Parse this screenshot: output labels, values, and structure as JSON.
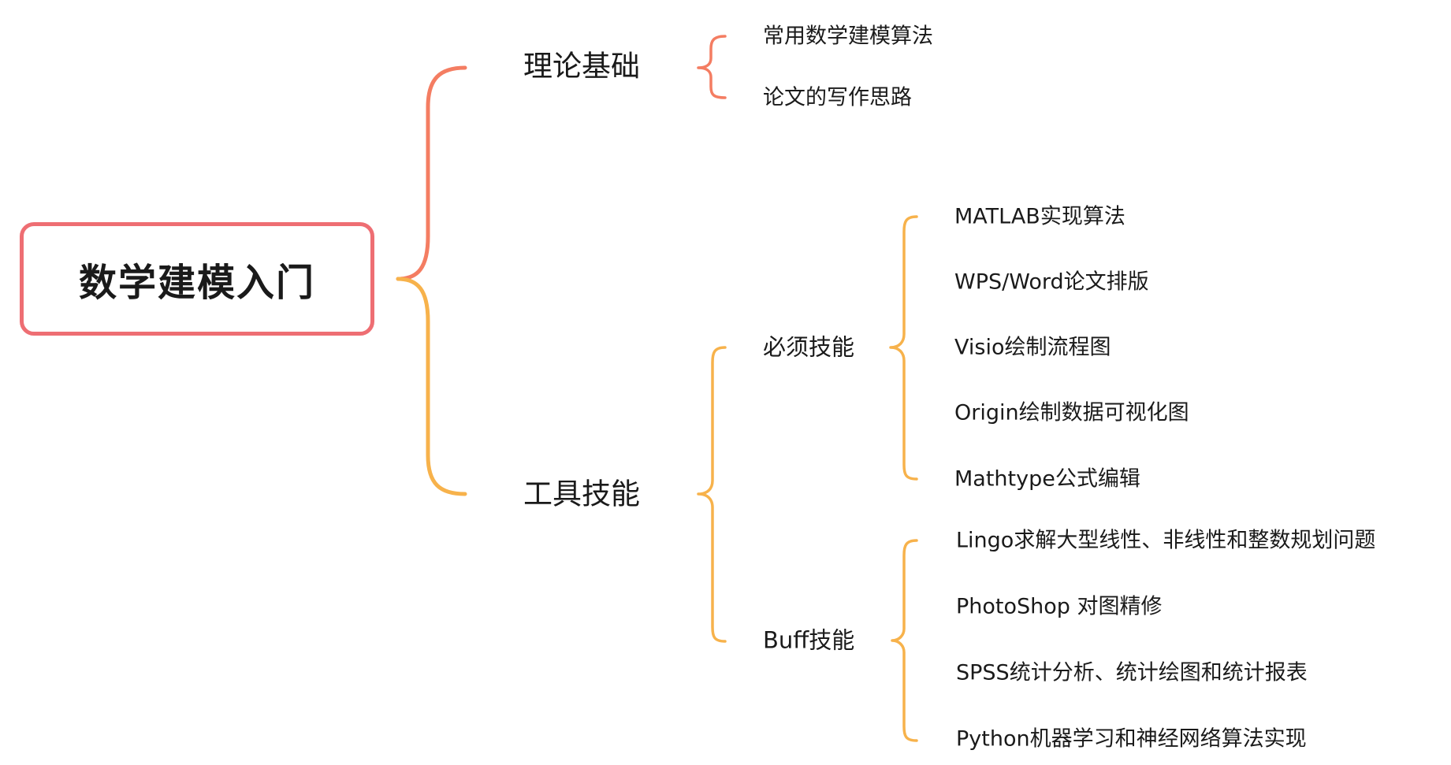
{
  "colors": {
    "root_border": "#ee6e73",
    "branch_theory": "#f47d62",
    "branch_tools": "#f7b24b"
  },
  "mindmap": {
    "root": "数学建模入门",
    "branches": [
      {
        "label": "理论基础",
        "children": [
          {
            "label": "常用数学建模算法"
          },
          {
            "label": "论文的写作思路"
          }
        ]
      },
      {
        "label": "工具技能",
        "children": [
          {
            "label": "必须技能",
            "children": [
              {
                "label": "MATLAB实现算法"
              },
              {
                "label": "WPS/Word论文排版"
              },
              {
                "label": "Visio绘制流程图"
              },
              {
                "label": "Origin绘制数据可视化图"
              },
              {
                "label": "Mathtype公式编辑"
              }
            ]
          },
          {
            "label": "Buff技能",
            "children": [
              {
                "label": "Lingo求解大型线性、非线性和整数规划问题"
              },
              {
                "label": "PhotoShop 对图精修"
              },
              {
                "label": "SPSS统计分析、统计绘图和统计报表"
              },
              {
                "label": "Python机器学习和神经网络算法实现"
              }
            ]
          }
        ]
      }
    ]
  }
}
